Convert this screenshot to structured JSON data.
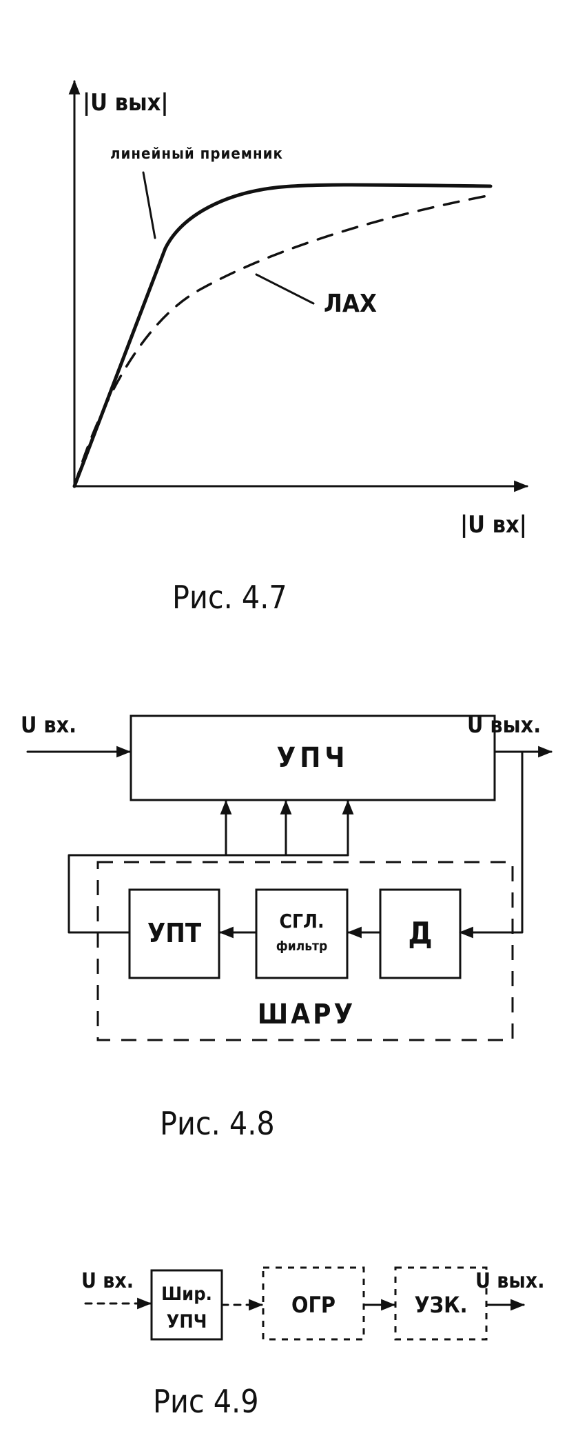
{
  "fig47": {
    "y_axis_label": "|U вых|",
    "x_axis_label": "|U вх|",
    "curve_linear_label": "линейный приемник",
    "curve_log_label": "ЛАХ",
    "caption": "Рис. 4.7"
  },
  "fig48": {
    "input_label": "U вх.",
    "output_label": "U вых.",
    "block_main": "УПЧ",
    "block_dc_amp": "УПТ",
    "block_filter_line1": "СГЛ.",
    "block_filter_line2": "фильтр",
    "block_detector": "Д",
    "group_label": "ШАРУ",
    "caption": "Рис. 4.8"
  },
  "fig49": {
    "input_label": "U вх.",
    "output_label": "U вых.",
    "block_wide_line1": "Шир.",
    "block_wide_line2": "УПЧ",
    "block_limiter": "ОГР",
    "block_narrow": "УЗК.",
    "caption": "Рис 4.9"
  }
}
